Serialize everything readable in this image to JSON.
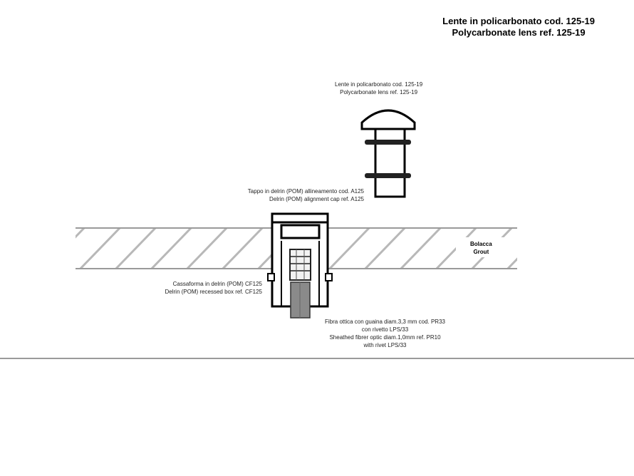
{
  "title": {
    "line1": "Lente in policarbonato cod. 125-19",
    "line2": "Polycarbonate lens ref. 125-19"
  },
  "labels": {
    "lens": {
      "line1": "Lente in policarbonato cod. 125-19",
      "line2": "Polycarbonate lens ref. 125-19"
    },
    "cap": {
      "line1": "Tappo in delrin (POM) allineamento cod. A125",
      "line2": "Delrin (POM) alignment cap ref. A125"
    },
    "box": {
      "line1": "Cassaforma in delrin (POM) CF125",
      "line2": "Delrin (POM) recessed box ref. CF125"
    },
    "fibre": {
      "line1": "Fibra ottica con guaina diam.3,3 mm  cod. PR33",
      "line2": "con rivetto LPS/33",
      "line3": "Sheathed fibrer optic diam.1,0mm  ref. PR10",
      "line4": "with rivet LPS/33"
    },
    "grout": {
      "line1": "Bolacca",
      "line2": "Grout"
    }
  },
  "colors": {
    "stroke": "#000000",
    "hatch": "#b8b8b8",
    "fibre": "#8a8a8a",
    "rivet": "#f2f2f2"
  }
}
